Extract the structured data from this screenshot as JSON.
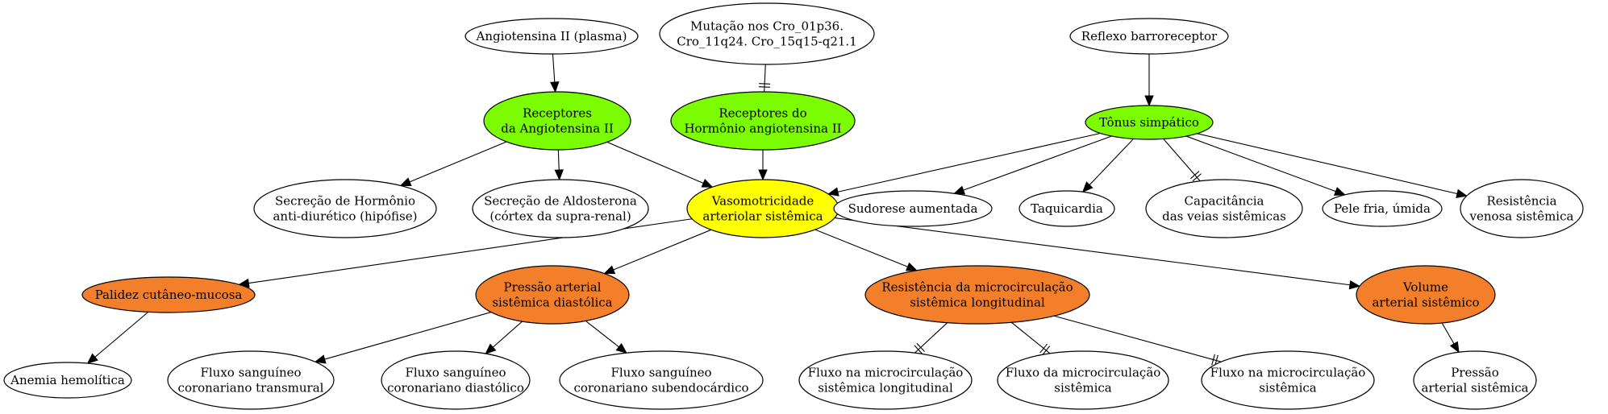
{
  "colors": {
    "white": "#ffffff",
    "green": "#7cfc00",
    "yellow": "#ffff00",
    "orange": "#f47f2a"
  },
  "nodes": [
    {
      "id": "angio_plasma",
      "lines": [
        "Angiotensina II (plasma)"
      ],
      "fill": "white"
    },
    {
      "id": "mutacao",
      "lines": [
        "Mutação nos Cro_01p36.",
        "Cro_11q24. Cro_15q15-q21.1"
      ],
      "fill": "white"
    },
    {
      "id": "reflexo",
      "lines": [
        "Reflexo barroreceptor"
      ],
      "fill": "white"
    },
    {
      "id": "rec_angio",
      "lines": [
        "Receptores",
        "da Angiotensina II"
      ],
      "fill": "green"
    },
    {
      "id": "rec_hormonio",
      "lines": [
        "Receptores do",
        "Hormônio angiotensina II"
      ],
      "fill": "green"
    },
    {
      "id": "tonus",
      "lines": [
        "Tônus simpático"
      ],
      "fill": "green"
    },
    {
      "id": "adh",
      "lines": [
        "Secreção de Hormônio",
        "anti-diurético (hipófise)"
      ],
      "fill": "white"
    },
    {
      "id": "aldo",
      "lines": [
        "Secreção de Aldosterona",
        "(córtex da supra-renal)"
      ],
      "fill": "white"
    },
    {
      "id": "vaso",
      "lines": [
        "Vasomotricidade",
        "arteriolar sistêmica"
      ],
      "fill": "yellow"
    },
    {
      "id": "sudorese",
      "lines": [
        "Sudorese aumentada"
      ],
      "fill": "white"
    },
    {
      "id": "taqui",
      "lines": [
        "Taquicardia"
      ],
      "fill": "white"
    },
    {
      "id": "capac",
      "lines": [
        "Capacitância",
        "das veias sistêmicas"
      ],
      "fill": "white"
    },
    {
      "id": "pele",
      "lines": [
        "Pele fria, úmida"
      ],
      "fill": "white"
    },
    {
      "id": "resist_ven",
      "lines": [
        "Resistência",
        "venosa sistêmica"
      ],
      "fill": "white"
    },
    {
      "id": "palidez",
      "lines": [
        "Palidez cutâneo-mucosa"
      ],
      "fill": "orange"
    },
    {
      "id": "pressao_diast",
      "lines": [
        "Pressão arterial",
        "sistêmica diastólica"
      ],
      "fill": "orange"
    },
    {
      "id": "resist_micro",
      "lines": [
        "Resistência da microcirculação",
        "sistêmica longitudinal"
      ],
      "fill": "orange"
    },
    {
      "id": "volume",
      "lines": [
        "Volume",
        "arterial sistêmico"
      ],
      "fill": "orange"
    },
    {
      "id": "anemia",
      "lines": [
        "Anemia hemolítica"
      ],
      "fill": "white"
    },
    {
      "id": "fluxo_trans",
      "lines": [
        "Fluxo sanguíneo",
        "coronariano transmural"
      ],
      "fill": "white"
    },
    {
      "id": "fluxo_diast",
      "lines": [
        "Fluxo sanguíneo",
        "coronariano diastólico"
      ],
      "fill": "white"
    },
    {
      "id": "fluxo_sub",
      "lines": [
        "Fluxo sanguíneo",
        "coronariano subendocárdico"
      ],
      "fill": "white"
    },
    {
      "id": "fluxo_micro_long",
      "lines": [
        "Fluxo na microcirculação",
        "sistêmica longitudinal"
      ],
      "fill": "white"
    },
    {
      "id": "fluxo_micro_sis",
      "lines": [
        "Fluxo da microcirculação",
        "sistêmica"
      ],
      "fill": "white"
    },
    {
      "id": "fluxo_micro_sis2",
      "lines": [
        "Fluxo na microcirculação",
        "sistêmica"
      ],
      "fill": "white"
    },
    {
      "id": "pressao_art",
      "lines": [
        "Pressão",
        "arterial sistêmica"
      ],
      "fill": "white"
    }
  ],
  "edges": [
    {
      "from": "angio_plasma",
      "to": "rec_angio",
      "type": "arrow"
    },
    {
      "from": "mutacao",
      "to": "rec_hormonio",
      "type": "tee"
    },
    {
      "from": "reflexo",
      "to": "tonus",
      "type": "arrow"
    },
    {
      "from": "rec_angio",
      "to": "adh",
      "type": "arrow"
    },
    {
      "from": "rec_angio",
      "to": "aldo",
      "type": "arrow"
    },
    {
      "from": "rec_angio",
      "to": "vaso",
      "type": "arrow"
    },
    {
      "from": "rec_hormonio",
      "to": "vaso",
      "type": "arrow"
    },
    {
      "from": "tonus",
      "to": "vaso",
      "type": "arrow"
    },
    {
      "from": "tonus",
      "to": "sudorese",
      "type": "arrow"
    },
    {
      "from": "tonus",
      "to": "taqui",
      "type": "arrow"
    },
    {
      "from": "tonus",
      "to": "capac",
      "type": "tee"
    },
    {
      "from": "tonus",
      "to": "pele",
      "type": "arrow"
    },
    {
      "from": "tonus",
      "to": "resist_ven",
      "type": "arrow"
    },
    {
      "from": "vaso",
      "to": "palidez",
      "type": "arrow"
    },
    {
      "from": "vaso",
      "to": "pressao_diast",
      "type": "arrow"
    },
    {
      "from": "vaso",
      "to": "resist_micro",
      "type": "arrow"
    },
    {
      "from": "vaso",
      "to": "volume",
      "type": "arrow"
    },
    {
      "from": "palidez",
      "to": "anemia",
      "type": "arrow"
    },
    {
      "from": "pressao_diast",
      "to": "fluxo_trans",
      "type": "arrow"
    },
    {
      "from": "pressao_diast",
      "to": "fluxo_diast",
      "type": "arrow"
    },
    {
      "from": "pressao_diast",
      "to": "fluxo_sub",
      "type": "arrow"
    },
    {
      "from": "resist_micro",
      "to": "fluxo_micro_long",
      "type": "tee"
    },
    {
      "from": "resist_micro",
      "to": "fluxo_micro_sis",
      "type": "tee"
    },
    {
      "from": "resist_micro",
      "to": "fluxo_micro_sis2",
      "type": "tee"
    },
    {
      "from": "volume",
      "to": "pressao_art",
      "type": "arrow"
    }
  ]
}
